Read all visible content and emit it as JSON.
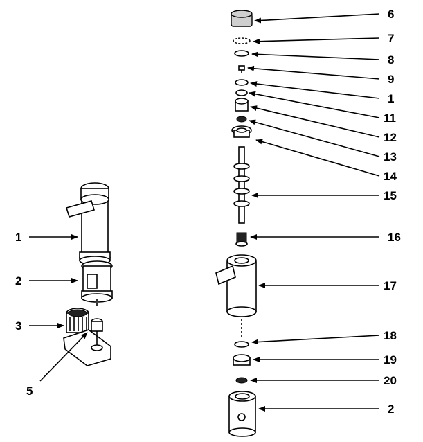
{
  "callouts": {
    "c1": "1",
    "c2": "2",
    "c3": "3",
    "c5": "5",
    "c6": "6",
    "c7": "7",
    "c8": "8",
    "c9": "9",
    "c1b": "1",
    "c11": "11",
    "c12": "12",
    "c13": "13",
    "c14": "14",
    "c15": "15",
    "c16": "16",
    "c17": "17",
    "c18": "18",
    "c19": "19",
    "c20": "20",
    "c2b": "2"
  },
  "colors": {
    "line": "#000000",
    "background": "#ffffff",
    "shade": "#cfcfcf"
  }
}
